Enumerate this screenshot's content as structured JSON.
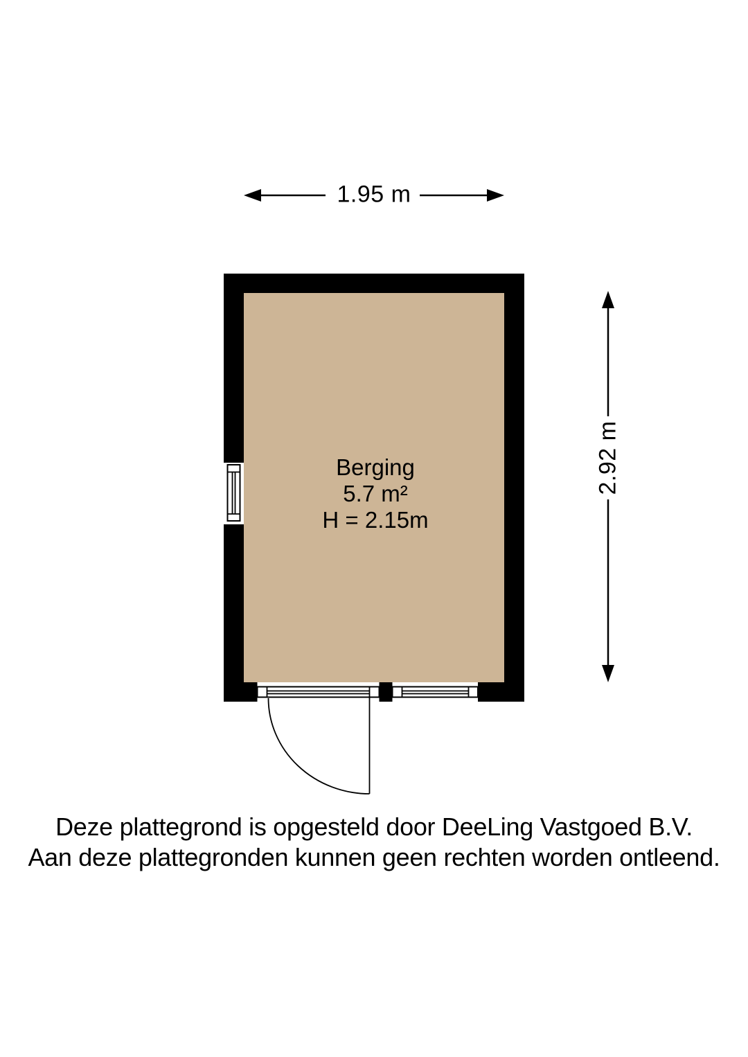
{
  "plan": {
    "room": {
      "name": "Berging",
      "area": "5.7 m²",
      "ceiling_height": "H = 2.15m"
    },
    "dimensions": {
      "width_label": "1.95 m",
      "height_label": "2.92 m"
    },
    "colors": {
      "floor": "#cdb596",
      "wall": "#000000",
      "background": "#ffffff"
    }
  },
  "footer": {
    "line1": "Deze plattegrond is opgesteld door DeeLing Vastgoed B.V.",
    "line2": "Aan deze plattegronden kunnen geen rechten worden ontleend."
  }
}
